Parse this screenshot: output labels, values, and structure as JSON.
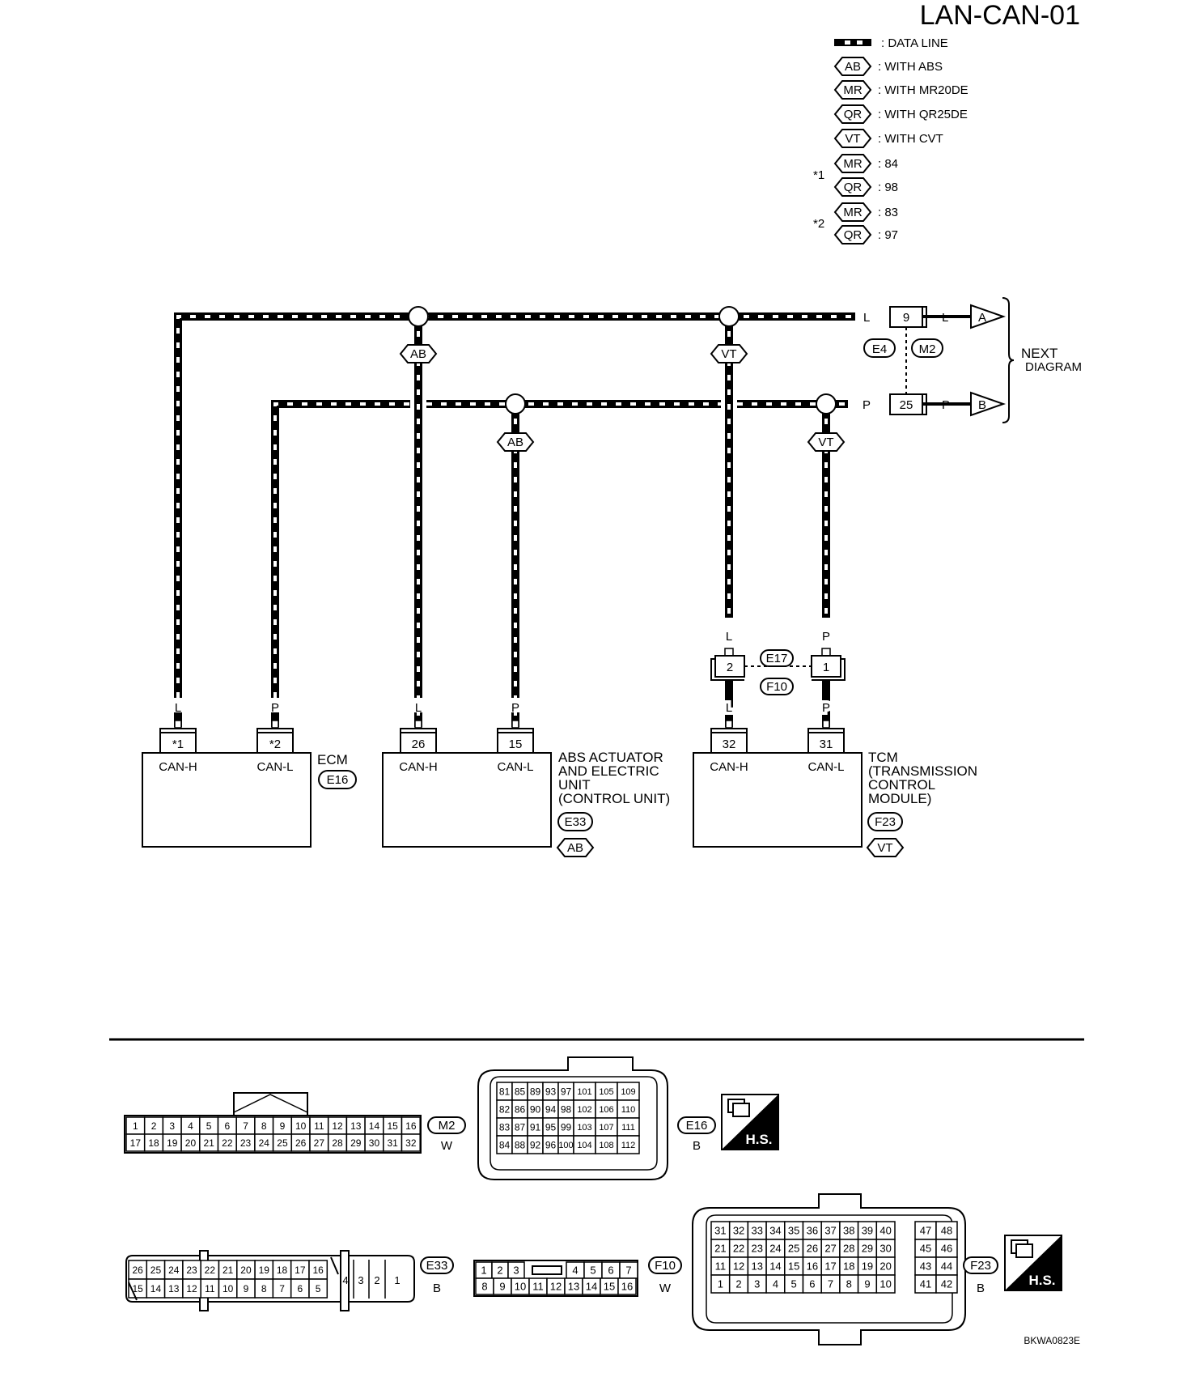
{
  "title": "LAN-CAN-01",
  "figure_id": "BKWA0823E",
  "legend": {
    "data_line": ": DATA LINE",
    "items": [
      {
        "tag": "AB",
        "text": ": WITH ABS"
      },
      {
        "tag": "MR",
        "text": ": WITH MR20DE"
      },
      {
        "tag": "QR",
        "text": ": WITH QR25DE"
      },
      {
        "tag": "VT",
        "text": ": WITH CVT"
      }
    ],
    "star1": {
      "mark": "*1",
      "items": [
        {
          "tag": "MR",
          "text": ": 84"
        },
        {
          "tag": "QR",
          "text": ": 98"
        }
      ]
    },
    "star2": {
      "mark": "*2",
      "items": [
        {
          "tag": "MR",
          "text": ": 83"
        },
        {
          "tag": "QR",
          "text": ": 97"
        }
      ]
    }
  },
  "next_diagram": {
    "line1": "NEXT",
    "line2": "DIAGRAM",
    "arrow_a": "A",
    "arrow_b": "B"
  },
  "wire_colors": {
    "high": "L",
    "low": "P"
  },
  "harness": {
    "upper_pin": "9",
    "lower_pin": "25",
    "left_conn": "E4",
    "right_conn": "M2",
    "mid_pin_l": "2",
    "mid_pin_p": "1",
    "mid_conn_top": "E17",
    "mid_conn_bottom": "F10"
  },
  "branch_tags": {
    "ab": "AB",
    "vt": "VT"
  },
  "units": [
    {
      "name_lines": [
        "ECM"
      ],
      "pin_h": "*1",
      "pin_l": "*2",
      "label_h": "CAN-H",
      "label_l": "CAN-L",
      "connector": "E16",
      "condition": ""
    },
    {
      "name_lines": [
        "ABS ACTUATOR",
        "AND ELECTRIC",
        "UNIT",
        "(CONTROL UNIT)"
      ],
      "pin_h": "26",
      "pin_l": "15",
      "label_h": "CAN-H",
      "label_l": "CAN-L",
      "connector": "E33",
      "condition": "AB"
    },
    {
      "name_lines": [
        "TCM",
        "(TRANSMISSION",
        "CONTROL",
        "MODULE)"
      ],
      "pin_h": "32",
      "pin_l": "31",
      "label_h": "CAN-H",
      "label_l": "CAN-L",
      "connector": "F23",
      "condition": "VT"
    }
  ],
  "connectors": {
    "m2": {
      "id": "M2",
      "color": "W",
      "row1": [
        "1",
        "2",
        "3",
        "4",
        "5",
        "6",
        "7",
        "8",
        "9",
        "10",
        "11",
        "12",
        "13",
        "14",
        "15",
        "16"
      ],
      "row2": [
        "17",
        "18",
        "19",
        "20",
        "21",
        "22",
        "23",
        "24",
        "25",
        "26",
        "27",
        "28",
        "29",
        "30",
        "31",
        "32"
      ]
    },
    "e16": {
      "id": "E16",
      "color": "B",
      "rows": [
        [
          "81",
          "85",
          "89",
          "93",
          "97",
          "101",
          "105",
          "109"
        ],
        [
          "82",
          "86",
          "90",
          "94",
          "98",
          "102",
          "106",
          "110"
        ],
        [
          "83",
          "87",
          "91",
          "95",
          "99",
          "103",
          "107",
          "111"
        ],
        [
          "84",
          "88",
          "92",
          "96",
          "100",
          "104",
          "108",
          "112"
        ]
      ]
    },
    "e33": {
      "id": "E33",
      "color": "B",
      "row1": [
        "26",
        "25",
        "24",
        "23",
        "22",
        "21",
        "20",
        "19",
        "18",
        "17",
        "16"
      ],
      "row2": [
        "15",
        "14",
        "13",
        "12",
        "11",
        "10",
        "9",
        "8",
        "7",
        "6",
        "5"
      ],
      "side": [
        "4",
        "3",
        "2",
        "1"
      ]
    },
    "f10": {
      "id": "F10",
      "color": "W",
      "row1_left": [
        "1",
        "2",
        "3"
      ],
      "row1_right": [
        "4",
        "5",
        "6",
        "7"
      ],
      "row2": [
        "8",
        "9",
        "10",
        "11",
        "12",
        "13",
        "14",
        "15",
        "16"
      ]
    },
    "f23": {
      "id": "F23",
      "color": "B",
      "rows": [
        [
          "31",
          "32",
          "33",
          "34",
          "35",
          "36",
          "37",
          "38",
          "39",
          "40",
          "47",
          "48"
        ],
        [
          "21",
          "22",
          "23",
          "24",
          "25",
          "26",
          "27",
          "28",
          "29",
          "30",
          "45",
          "46"
        ],
        [
          "11",
          "12",
          "13",
          "14",
          "15",
          "16",
          "17",
          "18",
          "19",
          "20",
          "43",
          "44"
        ],
        [
          "1",
          "2",
          "3",
          "4",
          "5",
          "6",
          "7",
          "8",
          "9",
          "10",
          "41",
          "42"
        ]
      ]
    }
  },
  "hs_badge": "H.S.",
  "colors": {
    "ink": "#000000",
    "paper": "#ffffff"
  }
}
